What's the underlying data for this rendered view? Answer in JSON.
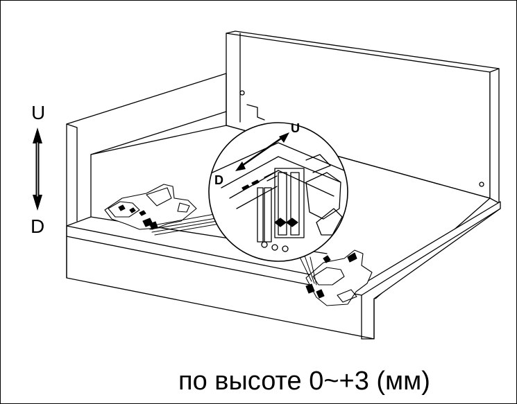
{
  "labels": {
    "up": "U",
    "down": "D",
    "magnifier_up": "U",
    "magnifier_down": "D"
  },
  "caption": "по высоте 0~+3 (мм)",
  "colors": {
    "line": "#000000",
    "background": "#ffffff"
  }
}
